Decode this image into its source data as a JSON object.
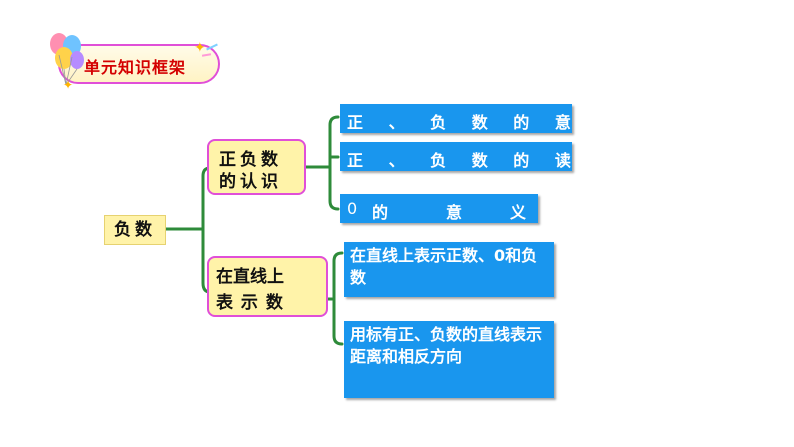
{
  "header": {
    "title": "单元知识框架"
  },
  "diagram": {
    "root": "负数",
    "branches": [
      {
        "lines": [
          "正负数",
          "的认识"
        ],
        "children": [
          "正 、 负 数 的 意 义",
          "正 、 负 数 的 读 写",
          "0 的 意 义"
        ]
      },
      {
        "lines": [
          "在直线上",
          "表 示 数"
        ],
        "children": [
          "在直线上表示正数、0和负数",
          "用标有正、负数的直线表示距离和相反方向"
        ]
      }
    ],
    "zero_item": {
      "a": "0",
      "b": "的",
      "c": "意",
      "d": "义"
    }
  },
  "colors": {
    "accent_blue": "#1996ee",
    "connector_green": "#2e8b3a",
    "label_fill": "#fff3a9",
    "pink_border": "#e04fd8",
    "header_text": "#d40000"
  }
}
